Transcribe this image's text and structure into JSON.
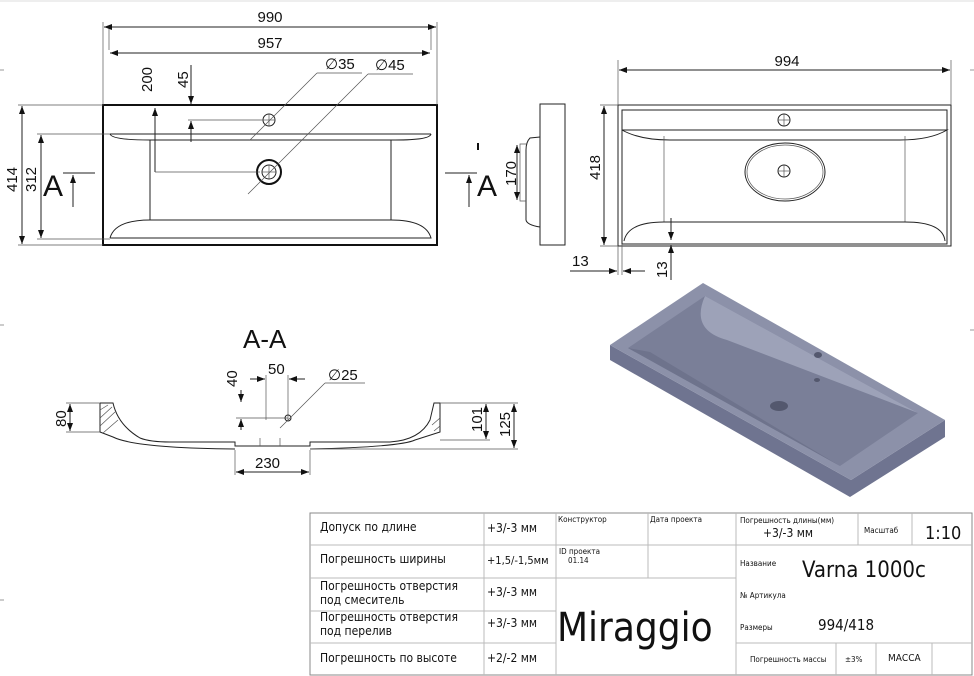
{
  "top_view": {
    "dims": {
      "width_total": "990",
      "width_inner": "957",
      "hole_offset": "45",
      "drain_offset": "200",
      "depth_total": "414",
      "depth_inner": "312",
      "mixer_hole": "∅35",
      "drain_hole": "∅45"
    },
    "section_mark": "A"
  },
  "side_view": {
    "dims": {
      "height": "170"
    }
  },
  "front_view": {
    "dims": {
      "width": "994",
      "depth": "418",
      "edge_left": "13",
      "edge_bottom": "13"
    }
  },
  "section_view": {
    "title": "A-A",
    "dims": {
      "d40": "40",
      "d50": "50",
      "d25": "∅25",
      "d80": "80",
      "d101": "101",
      "d125": "125",
      "d230": "230"
    }
  },
  "title_block": {
    "tolerances": [
      {
        "label": "Допуск по длине",
        "value": "+3/-3 мм"
      },
      {
        "label": "Погрешность ширины",
        "value": "+1,5/-1,5мм"
      },
      {
        "label": "Погрешность отверстия",
        "label2": "под смеситель",
        "value": "+3/-3 мм"
      },
      {
        "label": "Погрешность отверстия",
        "label2": "под перелив",
        "value": "+3/-3 мм"
      },
      {
        "label": "Погрешность по высоте",
        "value": "+2/-2 мм"
      }
    ],
    "constructor_label": "Конструктор",
    "date_label": "Дата проекта",
    "project_id_label": "ID проекта",
    "project_id": "01.14",
    "brand": "Miraggio",
    "length_tol_label": "Погрешность длины(мм)",
    "length_tol_value": "+3/-3 мм",
    "scale_label": "Масштаб",
    "scale": "1:10",
    "name_label": "Название",
    "name": "Varna 1000c",
    "article_label": "№ Артикула",
    "sizes_label": "Размеры",
    "sizes": "994/418",
    "mass_tol_label": "Погрешность массы",
    "mass_tol": "±3%",
    "mass_label": "МАССА"
  },
  "colors": {
    "render": "#8c91a9",
    "render_dark": "#6f7490",
    "render_light": "#a3a8bd"
  }
}
